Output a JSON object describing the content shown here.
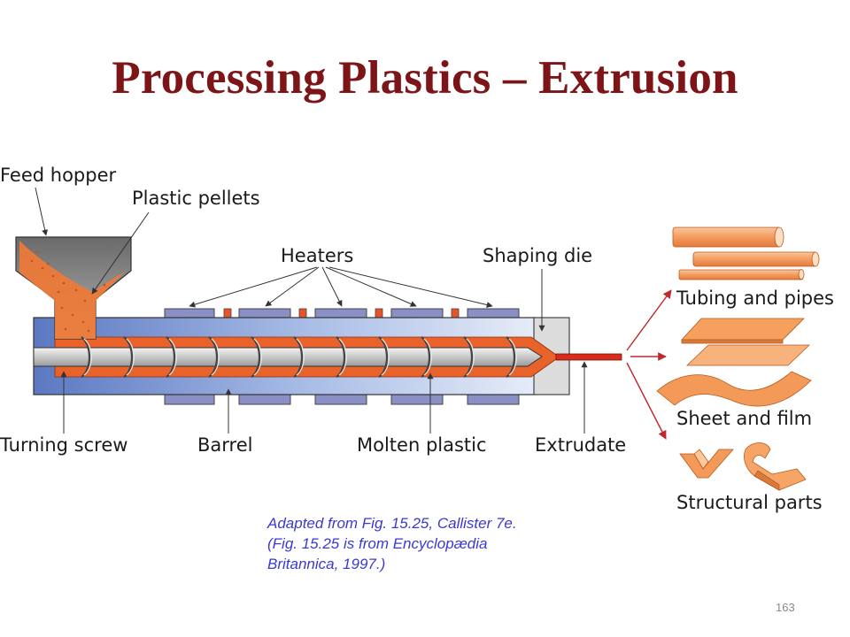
{
  "slide": {
    "title": "Processing Plastics – Extrusion",
    "page_number": "163"
  },
  "diagram": {
    "labels": {
      "feed_hopper": "Feed hopper",
      "plastic_pellets": "Plastic pellets",
      "heaters": "Heaters",
      "shaping_die": "Shaping die",
      "turning_screw": "Turning screw",
      "barrel": "Barrel",
      "molten_plastic": "Molten plastic",
      "extrudate": "Extrudate",
      "tubing_and_pipes": "Tubing and pipes",
      "sheet_and_film": "Sheet and film",
      "structural_parts": "Structural parts"
    },
    "colors": {
      "molten_plastic": "#e8622a",
      "barrel": "#6f8fd0",
      "heater": "#8a8fc6",
      "hopper": "#8a8a8a",
      "extrudate": "#d92a1a",
      "arrows": "#c0282a",
      "product": "#f4a468"
    }
  },
  "caption": {
    "line1": "Adapted from Fig. 15.25, Callister 7e.",
    "line2": "(Fig. 15.25 is from Encyclopædia",
    "line3": "Britannica, 1997.)"
  }
}
